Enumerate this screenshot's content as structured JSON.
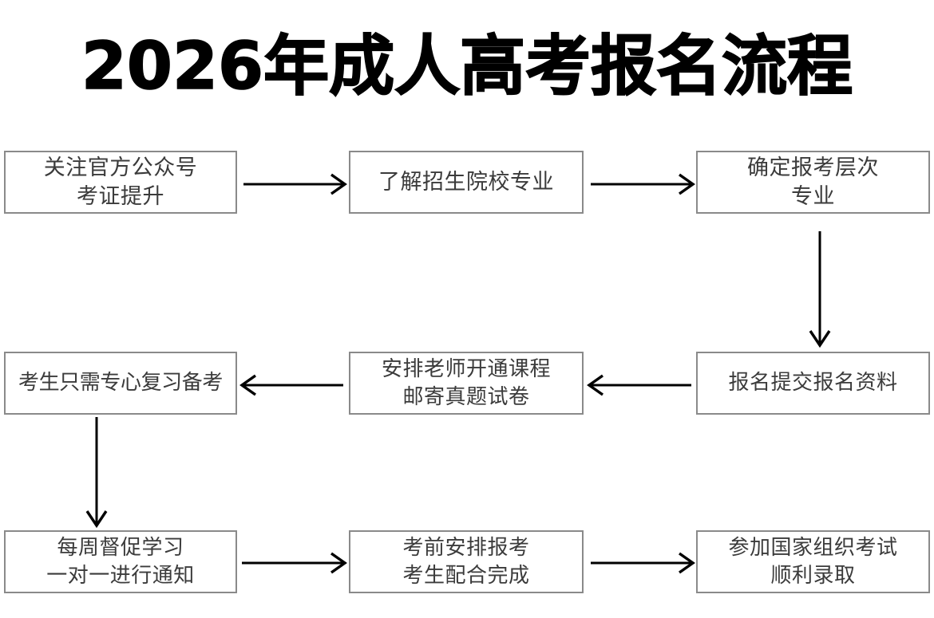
{
  "page": {
    "title": "2026年成人高考报名流程",
    "background_color": "#ffffff",
    "box_border_color": "#8a8a8a",
    "box_text_color": "#3b3b3b",
    "arrow_color": "#000000",
    "title_color": "#000000"
  },
  "flow": {
    "nodes": [
      {
        "id": "n1",
        "line1": "关注官方公众号",
        "line2": "考证提升"
      },
      {
        "id": "n2",
        "line1": "了解招生院校专业",
        "line2": ""
      },
      {
        "id": "n3",
        "line1": "确定报考层次",
        "line2": "专业"
      },
      {
        "id": "n4",
        "line1": "报名提交报名资料",
        "line2": ""
      },
      {
        "id": "n5",
        "line1": "安排老师开通课程",
        "line2": "邮寄真题试卷"
      },
      {
        "id": "n6",
        "line1": "考生只需专心复习备考",
        "line2": ""
      },
      {
        "id": "n7",
        "line1": "每周督促学习",
        "line2": "一对一进行通知"
      },
      {
        "id": "n8",
        "line1": "考前安排报考",
        "line2": "考生配合完成"
      },
      {
        "id": "n9",
        "line1": "参加国家组织考试",
        "line2": "顺利录取"
      }
    ],
    "connectors": [
      {
        "id": "c1",
        "from": "n1",
        "to": "n2",
        "direction": "right"
      },
      {
        "id": "c2",
        "from": "n2",
        "to": "n3",
        "direction": "right"
      },
      {
        "id": "c3",
        "from": "n3",
        "to": "n4",
        "direction": "down"
      },
      {
        "id": "c4",
        "from": "n4",
        "to": "n5",
        "direction": "left"
      },
      {
        "id": "c5",
        "from": "n5",
        "to": "n6",
        "direction": "left"
      },
      {
        "id": "c6",
        "from": "n6",
        "to": "n7",
        "direction": "down"
      },
      {
        "id": "c7",
        "from": "n7",
        "to": "n8",
        "direction": "right"
      },
      {
        "id": "c8",
        "from": "n8",
        "to": "n9",
        "direction": "right"
      }
    ]
  }
}
